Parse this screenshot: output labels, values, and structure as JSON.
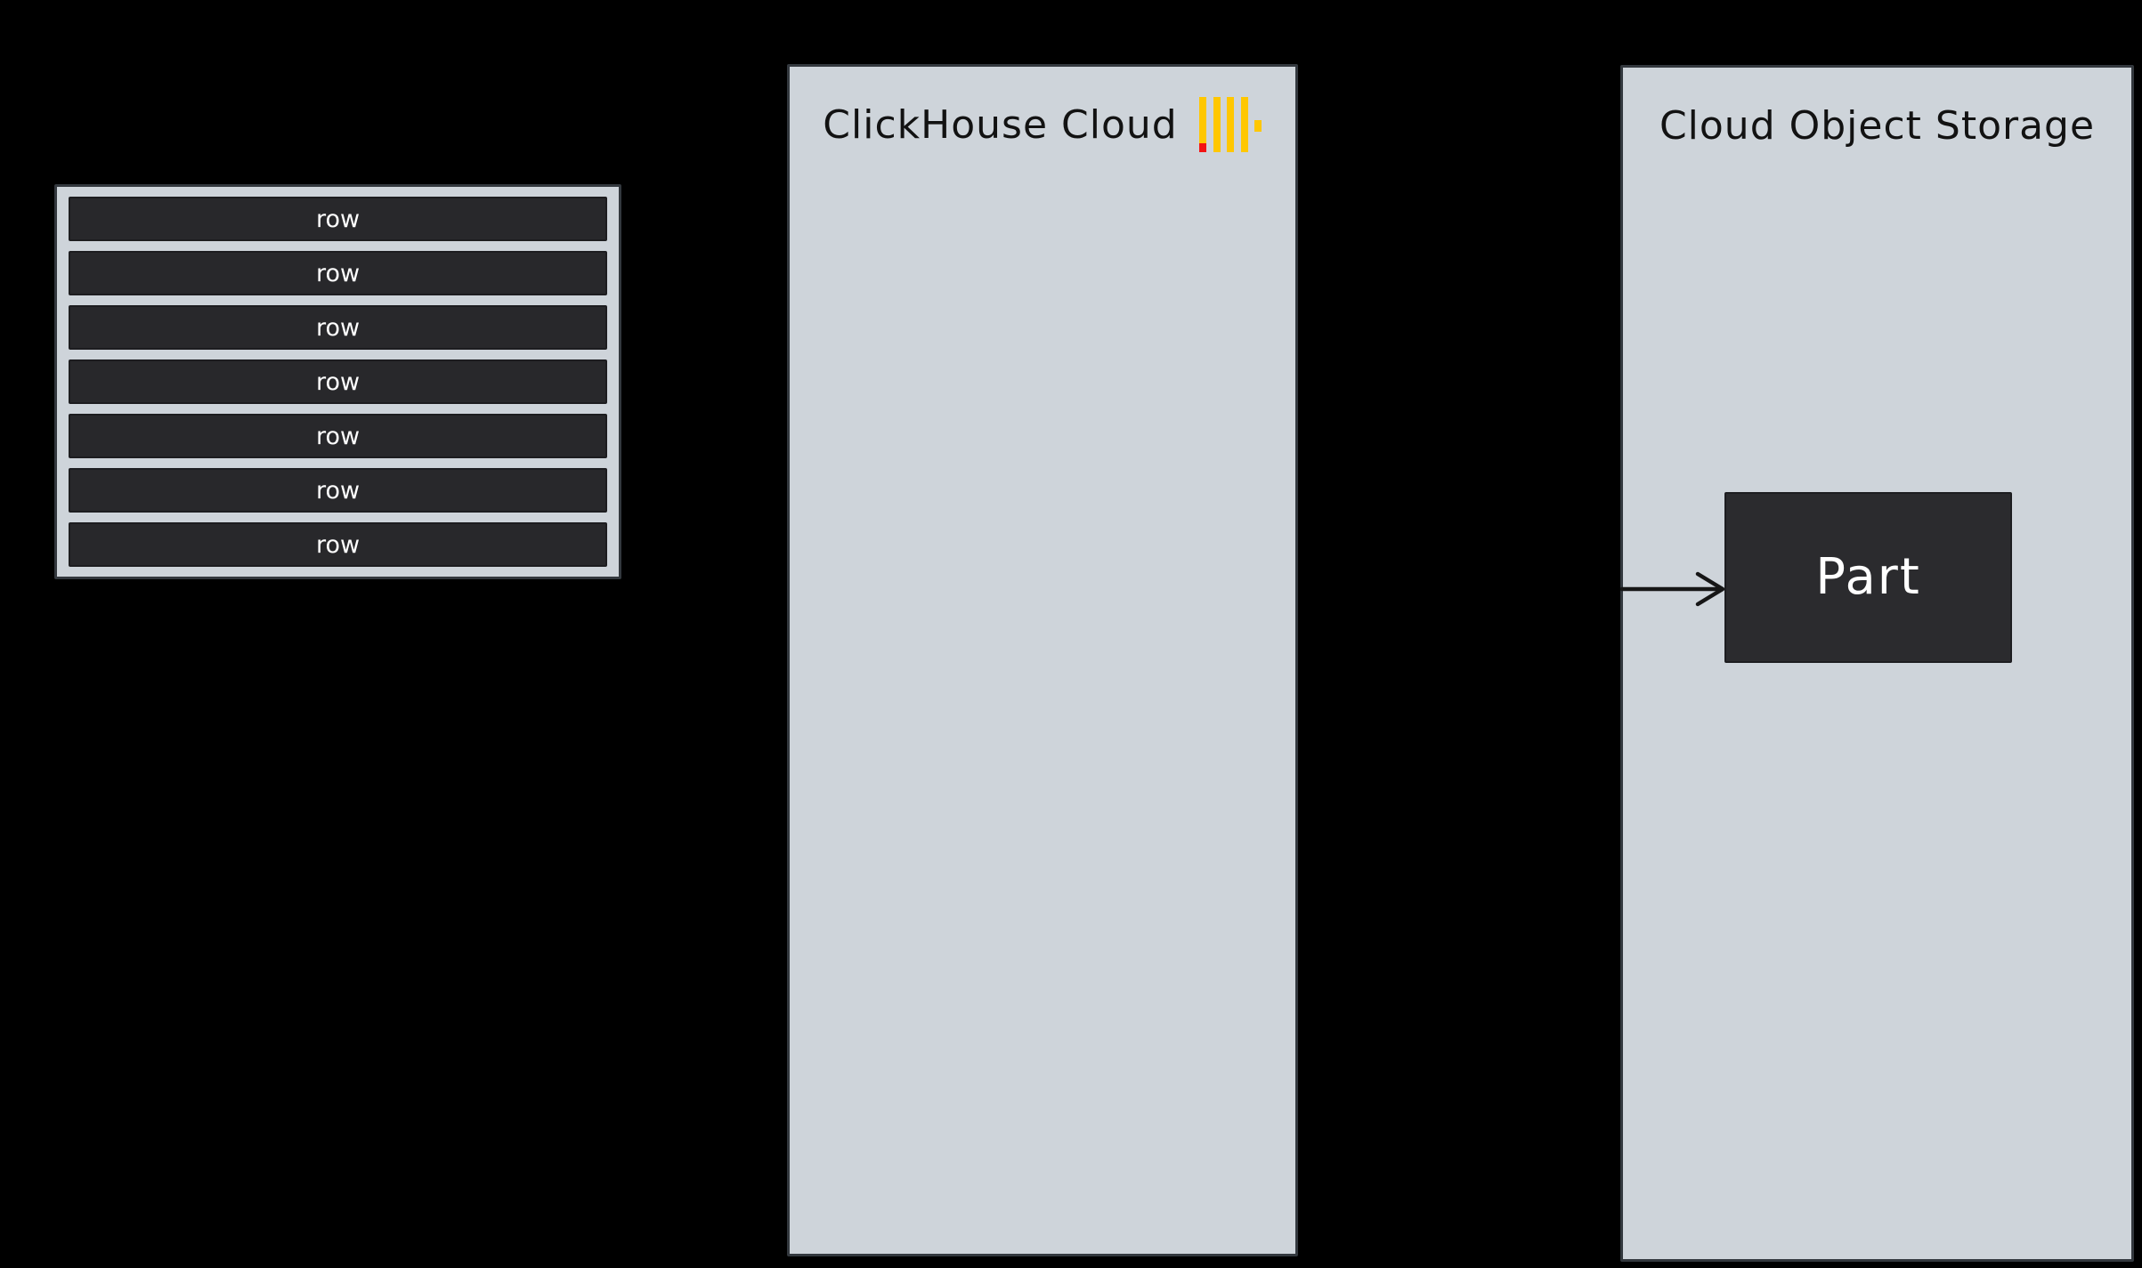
{
  "colors": {
    "canvas_bg": "#000000",
    "panel_bg": "#ced4da",
    "panel_border": "#33383e",
    "row_bg": "#28282b",
    "row_border": "#1d1d20",
    "row_text": "#ffffff",
    "part_bg": "#2b2b2e",
    "part_border": "#1d1d20",
    "part_text": "#ffffff",
    "title_text": "#121212",
    "logo_yellow": "#ffc700",
    "logo_red": "#f31313",
    "arrow": "#161616"
  },
  "rows_table": {
    "rows": [
      "row",
      "row",
      "row",
      "row",
      "row",
      "row",
      "row"
    ]
  },
  "clickhouse_panel": {
    "title": "ClickHouse Cloud"
  },
  "storage_panel": {
    "title": "Cloud Object Storage",
    "part_label": "Part"
  },
  "icons": {
    "clickhouse_logo": "four-yellow-bars-with-red-bottom-accent",
    "arrow_right": "open-v-head-right-arrow"
  }
}
